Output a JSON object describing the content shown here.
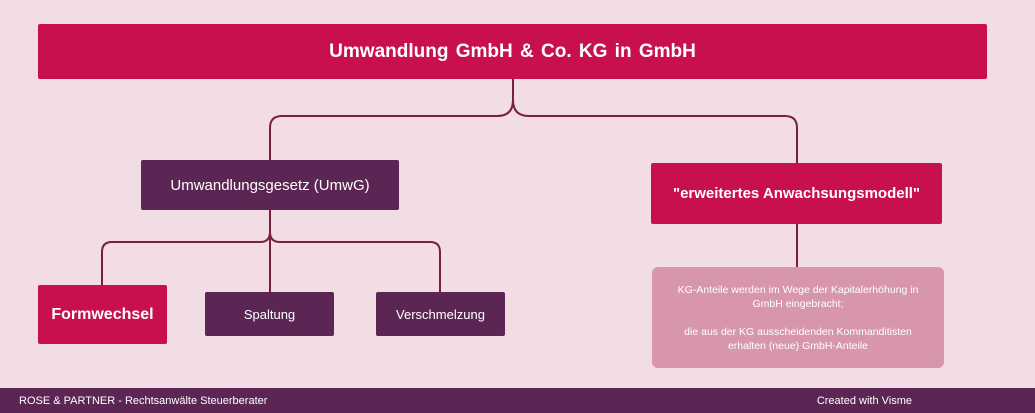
{
  "diagram": {
    "title": "Umwandlung GmbH & Co. KG in GmbH",
    "left_branch": {
      "label": "Umwandlungsgesetz (UmwG)",
      "children": [
        "Formwechsel",
        "Spaltung",
        "Verschmelzung"
      ]
    },
    "right_branch": {
      "label": "\"erweitertes Anwachsungsmodell\"",
      "note_line1": "KG-Anteile werden im Wege der Kapitalerhöhung in GmbH eingebracht;",
      "note_line2": "die aus der KG ausscheidenden Kommanditisten erhalten (neue) GmbH-Anteile"
    }
  },
  "footer": {
    "left": "ROSE & PARTNER - Rechtsanwälte Steuerberater",
    "right": "Created with Visme"
  },
  "colors": {
    "background": "#f2dde4",
    "crimson": "#c8104e",
    "plum": "#5b2654",
    "mauve": "#d896ac"
  }
}
